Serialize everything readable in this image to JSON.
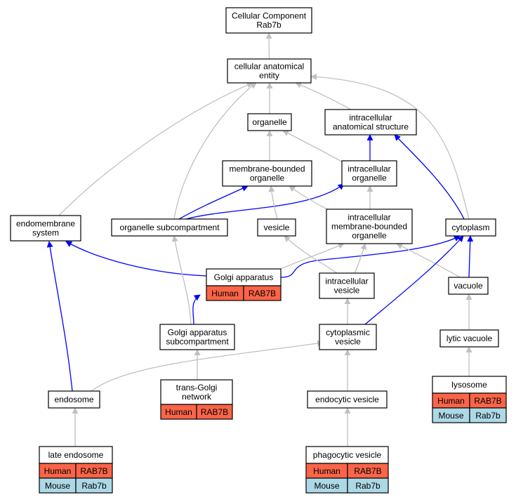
{
  "colors": {
    "human": "#fa6448",
    "mouse": "#add8e6",
    "edge_is_a": "#c0c0c0",
    "edge_part_of": "#0000ff"
  },
  "nodes": {
    "root": [
      "Cellular Component",
      "Rab7b"
    ],
    "cae": [
      "cellular anatomical",
      "entity"
    ],
    "organelle": [
      "organelle"
    ],
    "ias": [
      "intracellular",
      "anatomical structure"
    ],
    "mbo": [
      "membrane-bounded",
      "organelle"
    ],
    "io": [
      "intracellular",
      "organelle"
    ],
    "endo_sys": [
      "endomembrane",
      "system"
    ],
    "org_sub": [
      "organelle subcompartment"
    ],
    "vesicle": [
      "vesicle"
    ],
    "imbo": [
      "intracellular",
      "membrane-bounded",
      "organelle"
    ],
    "cytoplasm": [
      "cytoplasm"
    ],
    "golgi": [
      "Golgi apparatus"
    ],
    "ivesicle": [
      "intracellular",
      "vesicle"
    ],
    "vacuole": [
      "vacuole"
    ],
    "golgi_sub": [
      "Golgi apparatus",
      "subcompartment"
    ],
    "cvesicle": [
      "cytoplasmic",
      "vesicle"
    ],
    "lytic": [
      "lytic vacuole"
    ],
    "tgn": [
      "trans-Golgi",
      "network"
    ],
    "endosome": [
      "endosome"
    ],
    "endocytic": [
      "endocytic vesicle"
    ],
    "lysosome": [
      "lysosome"
    ],
    "late_endo": [
      "late endosome"
    ],
    "phago": [
      "phagocytic vesicle"
    ]
  },
  "annotations": {
    "golgi": [
      [
        "Human",
        "RAB7B"
      ]
    ],
    "tgn": [
      [
        "Human",
        "RAB7B"
      ]
    ],
    "lysosome": [
      [
        "Human",
        "RAB7B"
      ],
      [
        "Mouse",
        "Rab7b"
      ]
    ],
    "late_endo": [
      [
        "Human",
        "RAB7B"
      ],
      [
        "Mouse",
        "Rab7b"
      ]
    ],
    "phago": [
      [
        "Human",
        "RAB7B"
      ],
      [
        "Mouse",
        "Rab7b"
      ]
    ]
  },
  "edges": [
    {
      "from": "cae",
      "to": "root",
      "type": "is_a"
    },
    {
      "from": "organelle",
      "to": "cae",
      "type": "is_a"
    },
    {
      "from": "ias",
      "to": "cae",
      "type": "is_a"
    },
    {
      "from": "endo_sys",
      "to": "cae",
      "type": "is_a"
    },
    {
      "from": "org_sub",
      "to": "cae",
      "type": "is_a"
    },
    {
      "from": "cytoplasm",
      "to": "cae",
      "type": "is_a"
    },
    {
      "from": "mbo",
      "to": "organelle",
      "type": "is_a"
    },
    {
      "from": "io",
      "to": "organelle",
      "type": "is_a"
    },
    {
      "from": "io",
      "to": "ias",
      "type": "part_of"
    },
    {
      "from": "cytoplasm",
      "to": "ias",
      "type": "part_of"
    },
    {
      "from": "org_sub",
      "to": "mbo",
      "type": "part_of"
    },
    {
      "from": "org_sub",
      "to": "io",
      "type": "part_of"
    },
    {
      "from": "vesicle",
      "to": "mbo",
      "type": "is_a"
    },
    {
      "from": "imbo",
      "to": "mbo",
      "type": "is_a"
    },
    {
      "from": "imbo",
      "to": "io",
      "type": "is_a"
    },
    {
      "from": "golgi",
      "to": "endo_sys",
      "type": "part_of"
    },
    {
      "from": "golgi",
      "to": "imbo",
      "type": "is_a"
    },
    {
      "from": "golgi",
      "to": "cytoplasm",
      "type": "part_of"
    },
    {
      "from": "ivesicle",
      "to": "vesicle",
      "type": "is_a"
    },
    {
      "from": "ivesicle",
      "to": "imbo",
      "type": "is_a"
    },
    {
      "from": "vacuole",
      "to": "imbo",
      "type": "is_a"
    },
    {
      "from": "vacuole",
      "to": "cytoplasm",
      "type": "part_of"
    },
    {
      "from": "golgi_sub",
      "to": "org_sub",
      "type": "is_a"
    },
    {
      "from": "golgi_sub",
      "to": "golgi",
      "type": "part_of"
    },
    {
      "from": "cvesicle",
      "to": "ivesicle",
      "type": "is_a"
    },
    {
      "from": "cvesicle",
      "to": "cytoplasm",
      "type": "part_of"
    },
    {
      "from": "lytic",
      "to": "vacuole",
      "type": "is_a"
    },
    {
      "from": "tgn",
      "to": "golgi_sub",
      "type": "is_a"
    },
    {
      "from": "endosome",
      "to": "endo_sys",
      "type": "part_of"
    },
    {
      "from": "endosome",
      "to": "cvesicle",
      "type": "is_a"
    },
    {
      "from": "endocytic",
      "to": "cvesicle",
      "type": "is_a"
    },
    {
      "from": "lysosome",
      "to": "lytic",
      "type": "is_a"
    },
    {
      "from": "late_endo",
      "to": "endosome",
      "type": "is_a"
    },
    {
      "from": "phago",
      "to": "endocytic",
      "type": "is_a"
    }
  ]
}
